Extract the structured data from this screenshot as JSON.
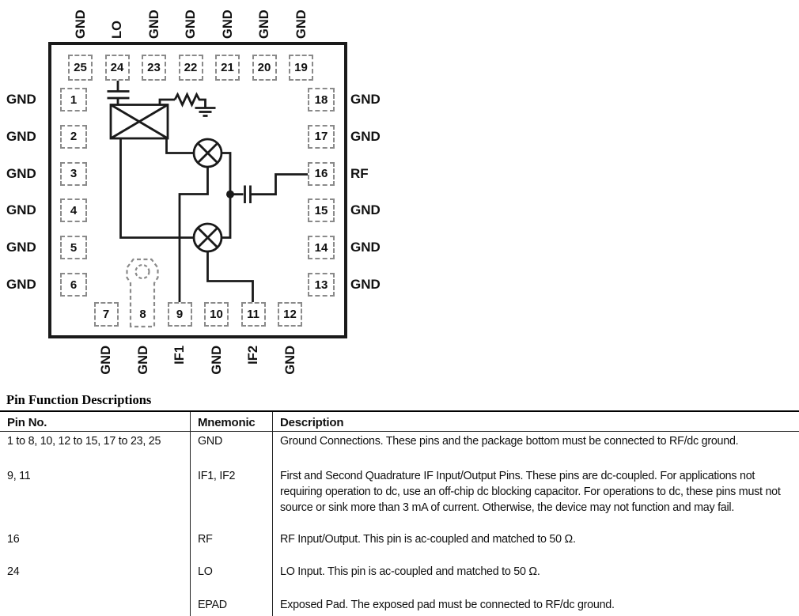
{
  "colors": {
    "ink": "#1a1a1a",
    "pin_outline_gray": "#8a8a8a"
  },
  "diagram": {
    "top_pins": [
      {
        "num": "25",
        "label": "GND"
      },
      {
        "num": "24",
        "label": "LO"
      },
      {
        "num": "23",
        "label": "GND"
      },
      {
        "num": "22",
        "label": "GND"
      },
      {
        "num": "21",
        "label": "GND"
      },
      {
        "num": "20",
        "label": "GND"
      },
      {
        "num": "19",
        "label": "GND"
      }
    ],
    "left_pins": [
      {
        "num": "1",
        "label": "GND"
      },
      {
        "num": "2",
        "label": "GND"
      },
      {
        "num": "3",
        "label": "GND"
      },
      {
        "num": "4",
        "label": "GND"
      },
      {
        "num": "5",
        "label": "GND"
      },
      {
        "num": "6",
        "label": "GND"
      }
    ],
    "right_pins": [
      {
        "num": "18",
        "label": "GND"
      },
      {
        "num": "17",
        "label": "GND"
      },
      {
        "num": "16",
        "label": "RF"
      },
      {
        "num": "15",
        "label": "GND"
      },
      {
        "num": "14",
        "label": "GND"
      },
      {
        "num": "13",
        "label": "GND"
      }
    ],
    "bottom_pins": [
      {
        "num": "7",
        "label": "GND"
      },
      {
        "num": "8",
        "label": "GND"
      },
      {
        "num": "9",
        "label": "IF1"
      },
      {
        "num": "10",
        "label": "GND"
      },
      {
        "num": "11",
        "label": "IF2"
      },
      {
        "num": "12",
        "label": "GND"
      }
    ],
    "schematic_symbols": [
      "lo-blocking-capacitor",
      "lo-balun",
      "termination-resistor",
      "ground-symbol",
      "mixer-1",
      "mixer-2",
      "rf-coupling-capacitor",
      "junction-dot",
      "epad-orientation-tab"
    ]
  },
  "table": {
    "title": "Pin Function Descriptions",
    "headers": [
      "Pin No.",
      "Mnemonic",
      "Description"
    ],
    "rows": [
      {
        "pin_no": "1 to 8, 10, 12 to 15, 17 to 23, 25",
        "mnemonic": "GND",
        "description": "Ground Connections. These pins and the package bottom must be connected to RF/dc ground."
      },
      {
        "pin_no": "9, 11",
        "mnemonic": "IF1, IF2",
        "description": "First and Second Quadrature IF Input/Output Pins. These pins are dc-coupled. For applications not requiring operation to dc, use an off-chip dc blocking capacitor. For operations to dc, these pins must not source or sink more than 3 mA of current. Otherwise, the device may not function and may fail."
      },
      {
        "pin_no": "16",
        "mnemonic": "RF",
        "description": "RF Input/Output. This pin is ac-coupled and matched to 50 Ω."
      },
      {
        "pin_no": "24",
        "mnemonic": "LO",
        "description": "LO Input. This pin is ac-coupled and matched to 50 Ω."
      },
      {
        "pin_no": "",
        "mnemonic": "EPAD",
        "description": "Exposed Pad. The exposed pad must be connected to RF/dc ground."
      }
    ]
  }
}
